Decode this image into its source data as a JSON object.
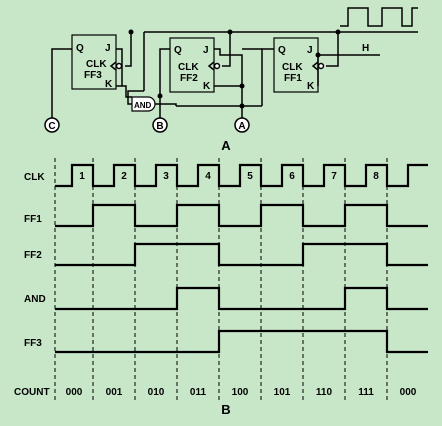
{
  "circuit": {
    "flipflops": [
      {
        "name": "FF3",
        "q": "Q",
        "j": "J",
        "clk": "CLK",
        "k": "K"
      },
      {
        "name": "FF2",
        "q": "Q",
        "j": "J",
        "clk": "CLK",
        "k": "K"
      },
      {
        "name": "FF1",
        "q": "Q",
        "j": "J",
        "clk": "CLK",
        "k": "K"
      }
    ],
    "gate_label": "AND",
    "node_labels": [
      "C",
      "B",
      "A"
    ],
    "high_label": "H",
    "part_label": "A"
  },
  "timing": {
    "signal_labels": [
      "CLK",
      "FF1",
      "FF2",
      "AND",
      "FF3"
    ],
    "pulse_numbers": [
      "1",
      "2",
      "3",
      "4",
      "5",
      "6",
      "7",
      "8"
    ],
    "count_label": "COUNT",
    "counts": [
      "000",
      "001",
      "010",
      "011",
      "100",
      "101",
      "110",
      "111",
      "000"
    ],
    "part_label": "B"
  },
  "colors": {
    "background": "#c8e6c8",
    "line": "#000000",
    "node_fill": "#ffffff"
  }
}
